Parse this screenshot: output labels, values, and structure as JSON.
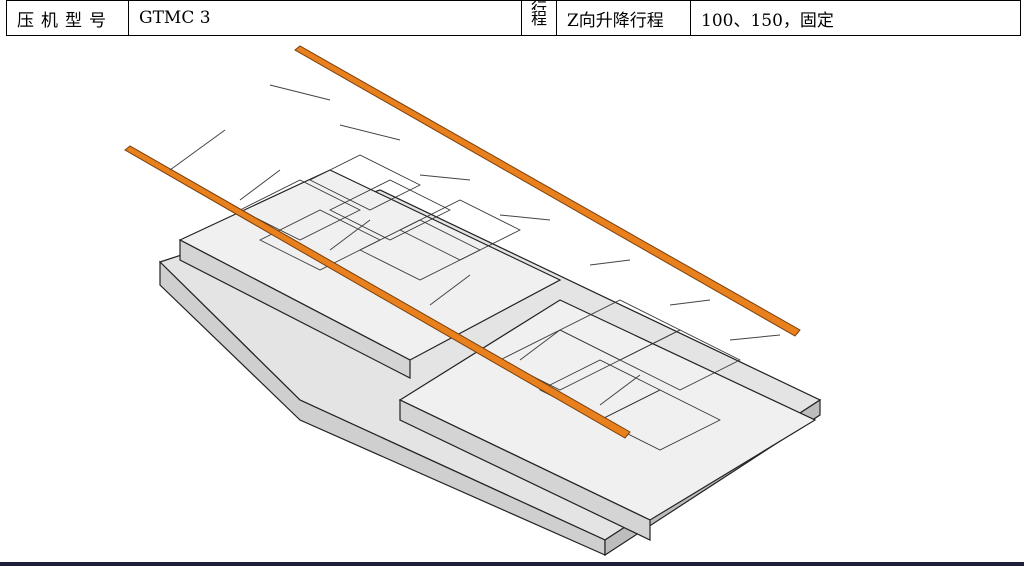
{
  "table": {
    "press_label": "压机型号",
    "press_value": "GTMC 3",
    "stroke_label_top": "行",
    "stroke_label_bottom": "程",
    "z_label": "Z向升降行程",
    "z_value": "100、150，固定"
  },
  "colors": {
    "crossbar": "#e8801e",
    "die_fill": "#efefef",
    "die_shade": "#d6d6d6",
    "line": "#222222"
  }
}
